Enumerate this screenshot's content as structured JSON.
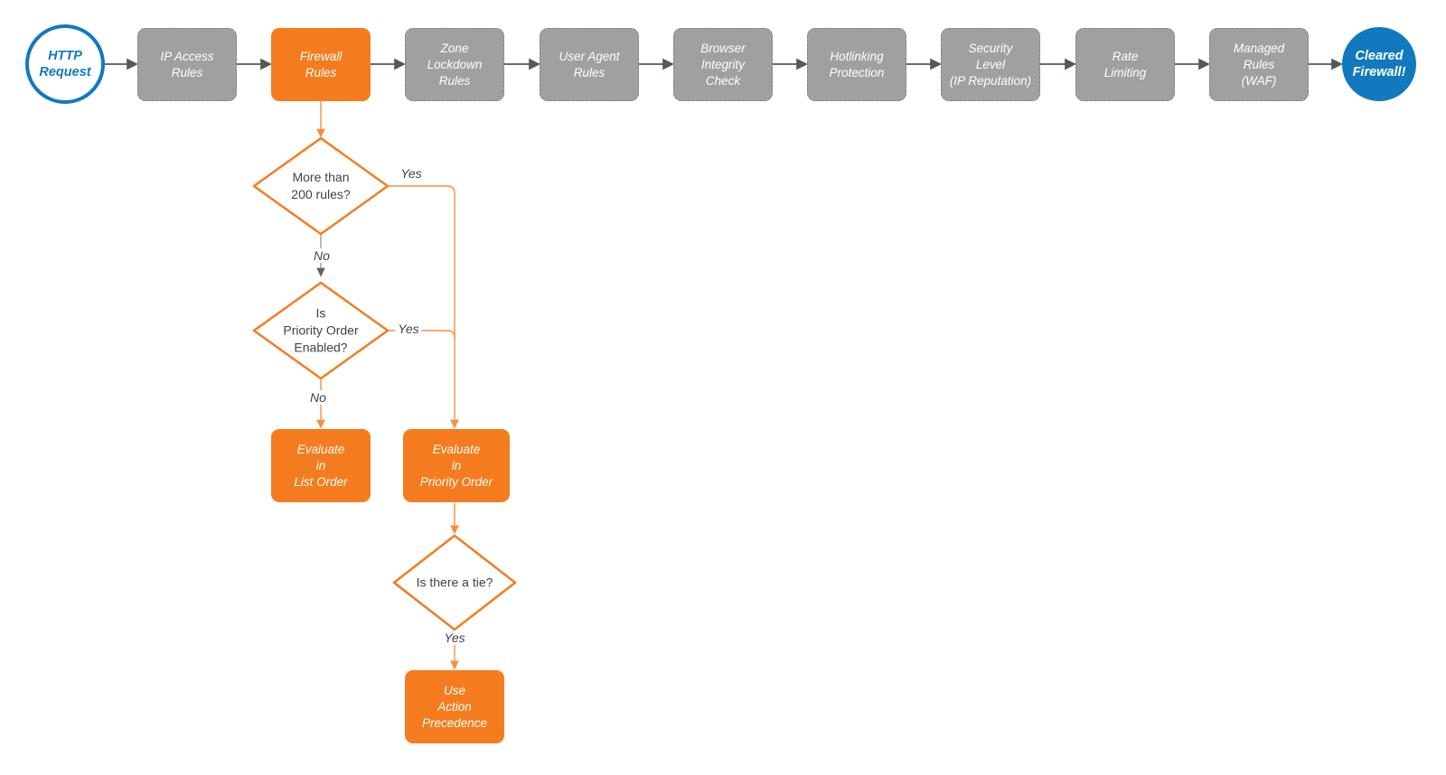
{
  "colors": {
    "accent_orange": "#F57C1E",
    "node_gray": "#9EA0A2",
    "accent_blue": "#1379BE",
    "connector_dark": "#53585E",
    "connector_gray": "#9AA0A6",
    "arrow_gray": "#5F6368",
    "text_dark": "#3F4348",
    "background": "#FFFFFF"
  },
  "start_node": {
    "label": "HTTP\nRequest"
  },
  "end_node": {
    "label": "Cleared\nFirewall!"
  },
  "pipeline": [
    {
      "label": "IP Access\nRules"
    },
    {
      "label": "Firewall\nRules",
      "highlighted": true
    },
    {
      "label": "Zone\nLockdown\nRules"
    },
    {
      "label": "User Agent\nRules"
    },
    {
      "label": "Browser\nIntegrity\nCheck"
    },
    {
      "label": "Hotlinking\nProtection"
    },
    {
      "label": "Security\nLevel\n(IP Reputation)"
    },
    {
      "label": "Rate\nLimiting"
    },
    {
      "label": "Managed\nRules\n(WAF)"
    }
  ],
  "decisions": [
    {
      "label": "More than\n200 rules?",
      "yes_label": "Yes",
      "no_label": "No"
    },
    {
      "label": "Is\nPriority Order\nEnabled?",
      "yes_label": "Yes",
      "no_label": "No"
    },
    {
      "label": "Is there a tie?",
      "yes_label": "Yes"
    }
  ],
  "actions": [
    {
      "label": "Evaluate\nin\nList Order"
    },
    {
      "label": "Evaluate\nin\nPriority Order"
    },
    {
      "label": "Use\nAction\nPrecedence"
    }
  ]
}
